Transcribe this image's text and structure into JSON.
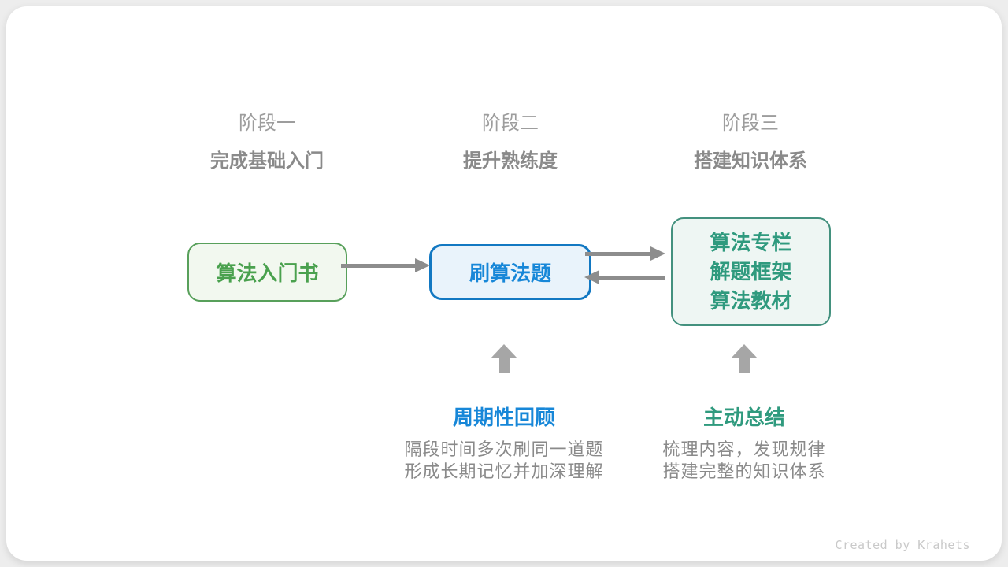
{
  "stages": [
    {
      "label": "阶段一",
      "subtitle": "完成基础入门"
    },
    {
      "label": "阶段二",
      "subtitle": "提升熟练度"
    },
    {
      "label": "阶段三",
      "subtitle": "搭建知识体系"
    }
  ],
  "nodes": [
    {
      "id": "intro-book",
      "lines": [
        "算法入门书"
      ],
      "color": "#4aa14e"
    },
    {
      "id": "practice-problems",
      "lines": [
        "刷算法题"
      ],
      "color": "#1787d8"
    },
    {
      "id": "knowledge-resources",
      "lines": [
        "算法专栏",
        "解题框架",
        "算法教材"
      ],
      "color": "#2f9a7e"
    }
  ],
  "annotations": [
    {
      "title": "周期性回顾",
      "color": "#1787d8",
      "desc_line1": "隔段时间多次刷同一道题",
      "desc_line2": "形成长期记忆并加深理解"
    },
    {
      "title": "主动总结",
      "color": "#2f9a7e",
      "desc_line1": "梳理内容，发现规律",
      "desc_line2": "搭建完整的知识体系"
    }
  ],
  "colors": {
    "green_border": "#58a05b",
    "green_fill": "#f2f8ef",
    "blue_border": "#1278c2",
    "blue_fill": "#e9f3fb",
    "teal_border": "#43917e",
    "teal_fill": "#eef6f3",
    "arrow_gray": "#8d8d8d",
    "up_arrow_gray": "#a6a6a6",
    "stage_text_gray": "#9d9d9d",
    "desc_text_gray": "#8a8a8a"
  },
  "credit": "Created by Krahets"
}
